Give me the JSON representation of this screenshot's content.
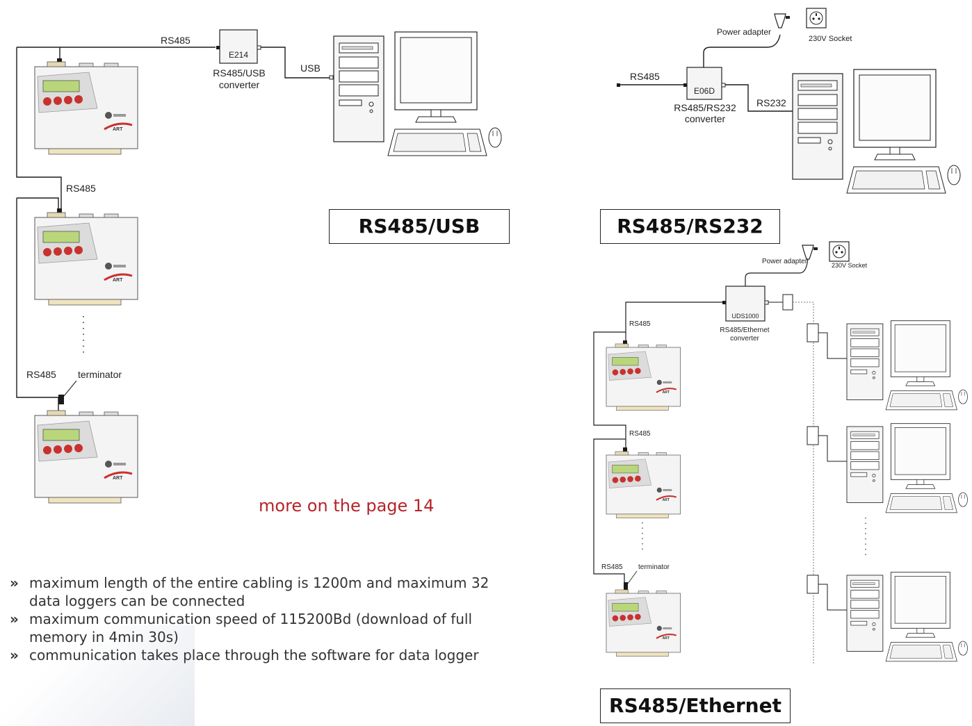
{
  "panels": {
    "usb": {
      "title": "RS485/USB",
      "line_label_top": "RS485",
      "line_label_mid": "RS485",
      "line_label_bottom": "RS485",
      "terminator_label": "terminator",
      "converter_code": "E214",
      "converter_name_1": "RS485/USB",
      "converter_name_2": "converter",
      "pc_link_label": "USB"
    },
    "rs232": {
      "title": "RS485/RS232",
      "power_adapter_label": "Power adapter",
      "socket_label": "230V  Socket",
      "input_label": "RS485",
      "converter_code": "E06D",
      "converter_name_1": "RS485/RS232",
      "converter_name_2": "converter",
      "pc_link_label": "RS232"
    },
    "ethernet": {
      "title": "RS485/Ethernet",
      "power_adapter_label": "Power adapter",
      "socket_label": "230V  Socket",
      "converter_code": "UDS1000",
      "converter_name_1": "RS485/Ethernet",
      "converter_name_2": "converter",
      "line_label_top": "RS485",
      "line_label_mid": "RS485",
      "line_label_bottom": "RS485",
      "terminator_label": "terminator"
    }
  },
  "more_link": "more on the page 14",
  "bullet_marker": "»",
  "bullets": [
    "maximum length of the entire cabling is 1200m and maximum 32 data loggers can be connected",
    "maximum communication speed of 115200Bd (download of full memory in 4min 30s)",
    "communication takes place through the software for data logger"
  ],
  "colors": {
    "line": "#1a1a1a",
    "accent_red": "#b5242a",
    "logger_body": "#f3f3f3",
    "logger_display": "#b9d77a"
  },
  "icons": [
    "data-logger-icon",
    "converter-box-icon",
    "desktop-pc-icon",
    "monitor-icon",
    "keyboard-icon",
    "mouse-icon",
    "power-adapter-icon",
    "wall-socket-icon",
    "network-switch-icon"
  ]
}
